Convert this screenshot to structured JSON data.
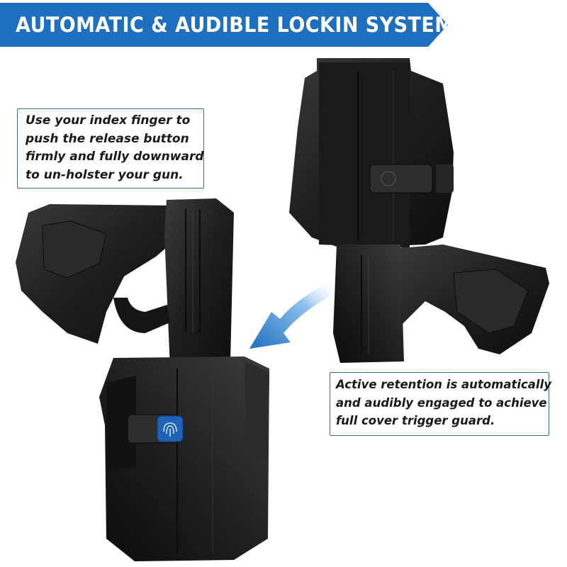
{
  "banner": {
    "title": "AUTOMATIC & AUDIBLE LOCKIN SYSTEM",
    "color": "#1f6fc0"
  },
  "callouts": {
    "release": {
      "lines": [
        "Use your index finger to",
        "push the release button",
        "firmly and fully downward",
        "to un-holster your gun."
      ]
    },
    "retention": {
      "lines": [
        "Active retention is automatically",
        "and audibly engaged to achieve",
        "full cover trigger guard."
      ]
    }
  },
  "colors": {
    "accent": "#1f6fc0",
    "callout_border": "#2f6fa8",
    "product": "#1c1c1c",
    "fingerprint_button": "#1e63b8"
  },
  "icons": [
    "arrow-icon",
    "fingerprint-icon"
  ]
}
